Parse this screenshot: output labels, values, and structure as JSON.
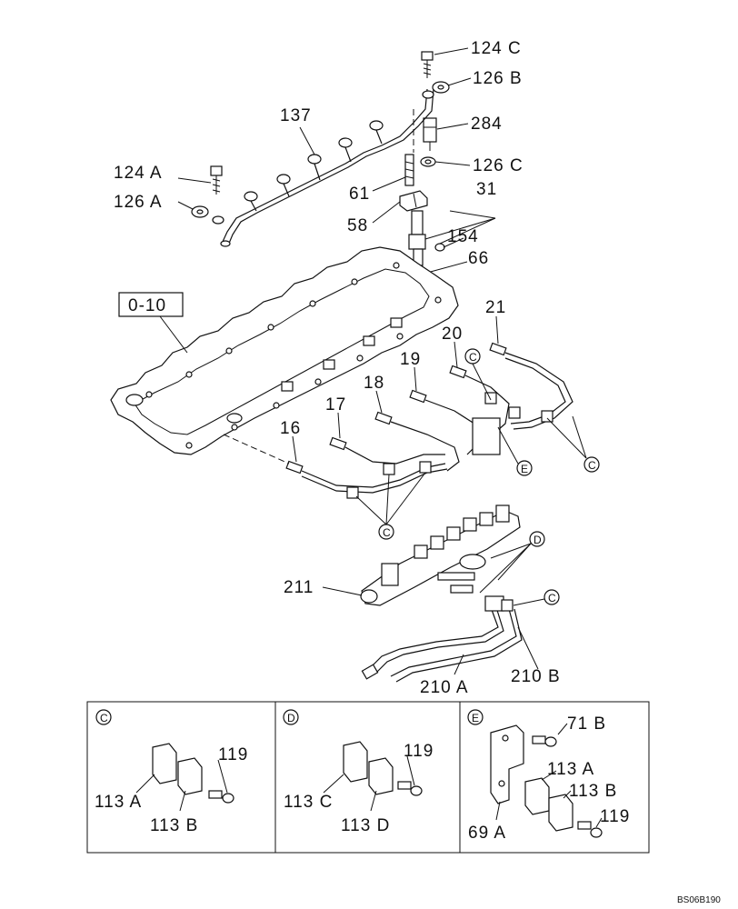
{
  "labels": {
    "l124c": "124 C",
    "l126b": "126 B",
    "l284": "284",
    "l126c": "126 C",
    "l137": "137",
    "l124a": "124 A",
    "l126a": "126 A",
    "l61": "61",
    "l31": "31",
    "l58": "58",
    "l154": "154",
    "l66": "66",
    "l010": "0-10",
    "l21": "21",
    "l20": "20",
    "l19": "19",
    "l18": "18",
    "l17": "17",
    "l16": "16",
    "l211": "211",
    "l210a": "210 A",
    "l210b": "210 B"
  },
  "callouts": {
    "c": "C",
    "d": "D",
    "e": "E"
  },
  "details": {
    "c": {
      "marker": "C",
      "l119": "119",
      "l113a": "113 A",
      "l113b": "113 B"
    },
    "d": {
      "marker": "D",
      "l119": "119",
      "l113c": "113 C",
      "l113d": "113 D"
    },
    "e": {
      "marker": "E",
      "l71b": "71 B",
      "l113a": "113 A",
      "l113b": "113 B",
      "l119": "119",
      "l69a": "69 A"
    }
  },
  "code": "BS06B190"
}
